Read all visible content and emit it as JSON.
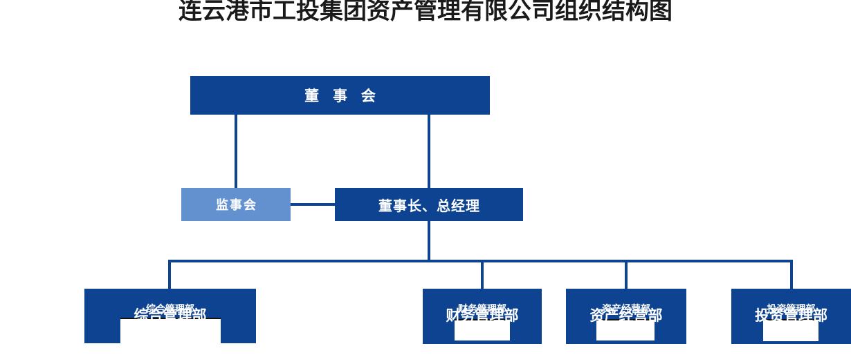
{
  "title": "连云港市工投集团资产管理有限公司组织结构图",
  "colors": {
    "primary": "#0d4391",
    "secondary": "#6390cf",
    "background": "#ffffff",
    "text_on_node": "#ffffff",
    "title_text": "#1a1a1a"
  },
  "nodes": {
    "board": "董 事 会",
    "supervisors": "监事会",
    "chairman": "董事长、总经理"
  },
  "departments": [
    {
      "label": "综合管理部",
      "overlay_label": "综合管理部"
    },
    {
      "label": "财务管理部",
      "overlay_label": "财务管理部"
    },
    {
      "label": "资产经营部",
      "overlay_label": "资产经营部"
    },
    {
      "label": "投资管理部",
      "overlay_label": "投资管理部"
    }
  ]
}
